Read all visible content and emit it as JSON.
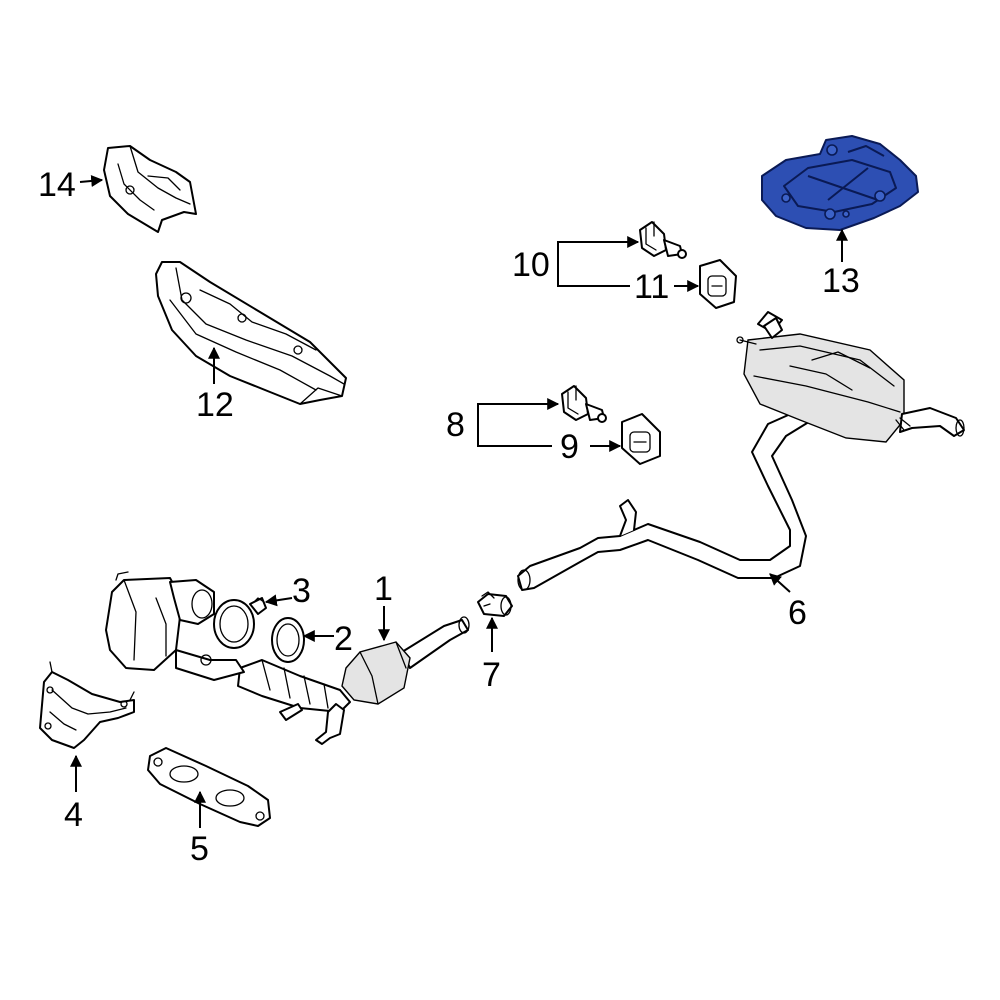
{
  "colors": {
    "highlight_fill": "#2d4fb3",
    "highlight_stroke": "#0a1a55",
    "line": "#000000",
    "background": "#ffffff"
  },
  "highlighted_part": "13",
  "callouts": {
    "c1": "1",
    "c2": "2",
    "c3": "3",
    "c4": "4",
    "c5": "5",
    "c6": "6",
    "c7": "7",
    "c8": "8",
    "c9": "9",
    "c10": "10",
    "c11": "11",
    "c12": "12",
    "c13": "13",
    "c14": "14"
  }
}
